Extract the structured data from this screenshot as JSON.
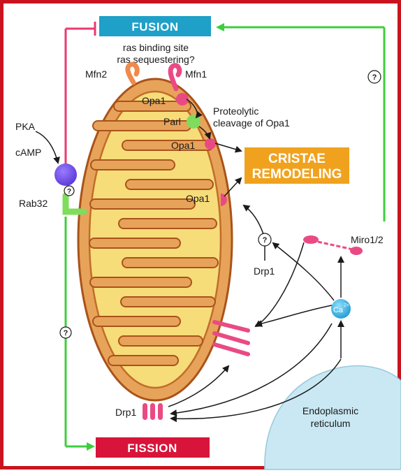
{
  "fusion": "FUSION",
  "fission": "FISSION",
  "ras_line1": "ras binding site",
  "ras_line2": "ras sequestering?",
  "mfn2": "Mfn2",
  "mfn1": "Mfn1",
  "opa1": "Opa1",
  "parl": "Parl",
  "proteolytic_line1": "Proteolytic",
  "proteolytic_line2": "cleavage of Opa1",
  "cristae_line1": "CRISTAE",
  "cristae_line2": "REMODELING",
  "pka": "PKA",
  "camp": "cAMP",
  "rab32": "Rab32",
  "miro": "Miro1/2",
  "drp1": "Drp1",
  "question": "?",
  "ca": "Ca",
  "ca_sup": "2+",
  "er_line1": "Endoplasmic",
  "er_line2": "reticulum",
  "colors": {
    "frame": "#c8141e",
    "fusion_box": "#1fa0c8",
    "fission_box": "#d8143a",
    "cristae_box": "#f0a21e",
    "green_arrow": "#3ccf3c",
    "pink_arrow": "#ea3a6e",
    "mito_fill": "#e8a35a",
    "mito_outline": "#a9531a",
    "inner_fill": "#f7dc7a",
    "pink_protein": "#ea4a84",
    "er_fill": "#c9e8f3",
    "calcium": "#2ab2e0"
  }
}
